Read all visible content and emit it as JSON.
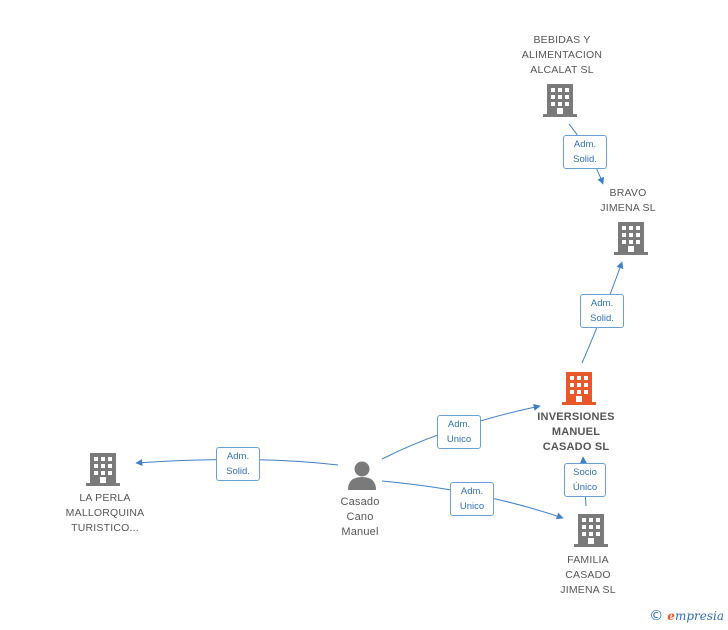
{
  "nodes": {
    "bebidas": {
      "label": "BEBIDAS Y\nALIMENTACION\nALCALAT SL"
    },
    "bravo": {
      "label": "BRAVO\nJIMENA SL"
    },
    "inversiones": {
      "label": "INVERSIONES\nMANUEL\nCASADO SL"
    },
    "perla": {
      "label": "LA PERLA\nMALLORQUINA\nTURISTICO..."
    },
    "casado": {
      "label": "Casado\nCano\nManuel"
    },
    "familia": {
      "label": "FAMILIA\nCASADO\nJIMENA SL"
    }
  },
  "edges": {
    "bebidas_bravo": {
      "label": "Adm.\nSolid."
    },
    "inversiones_bravo": {
      "label": "Adm.\nSolid."
    },
    "casado_inversiones": {
      "label": "Adm.\nUnico"
    },
    "casado_perla": {
      "label": "Adm.\nSolid."
    },
    "casado_familia": {
      "label": "Adm.\nUnico"
    },
    "familia_inversiones": {
      "label": "Socio\nÚnico"
    }
  },
  "colors": {
    "building": "#7a7a7a",
    "highlight": "#e8582a",
    "edge": "#3f7fc9",
    "person": "#7a7a7a"
  },
  "brand": {
    "copyright": "©",
    "initial": "e",
    "rest": "mpresia"
  }
}
